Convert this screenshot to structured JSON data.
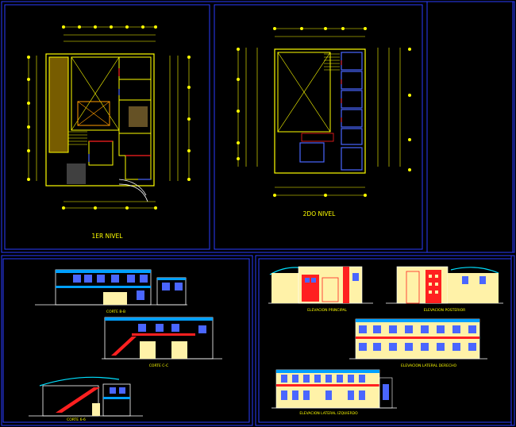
{
  "labels": {
    "floor1": "1ER NIVEL",
    "floor2": "2DO NIVEL",
    "corte_bb": "CORTE B-B",
    "corte_cc": "CORTE C-C",
    "corte_66": "CORTE 6-6",
    "elev_principal": "ELEVACION PRINCIPAL",
    "elev_posterior": "ELEVACION POSTERIOR",
    "elev_lat_der": "ELEVACION LATERAL DERECHO",
    "elev_lat_izq": "ELEVACION LATERAL IZQUIERDO"
  },
  "colors": {
    "background": "#000000",
    "frame": "#2a3cff",
    "wall": "#ffff00",
    "text": "#ffff00",
    "accent_red": "#ff2020",
    "accent_cyan": "#00e0ff",
    "window_blue": "#4a66ff",
    "pale_yellow": "#fff2a8"
  }
}
